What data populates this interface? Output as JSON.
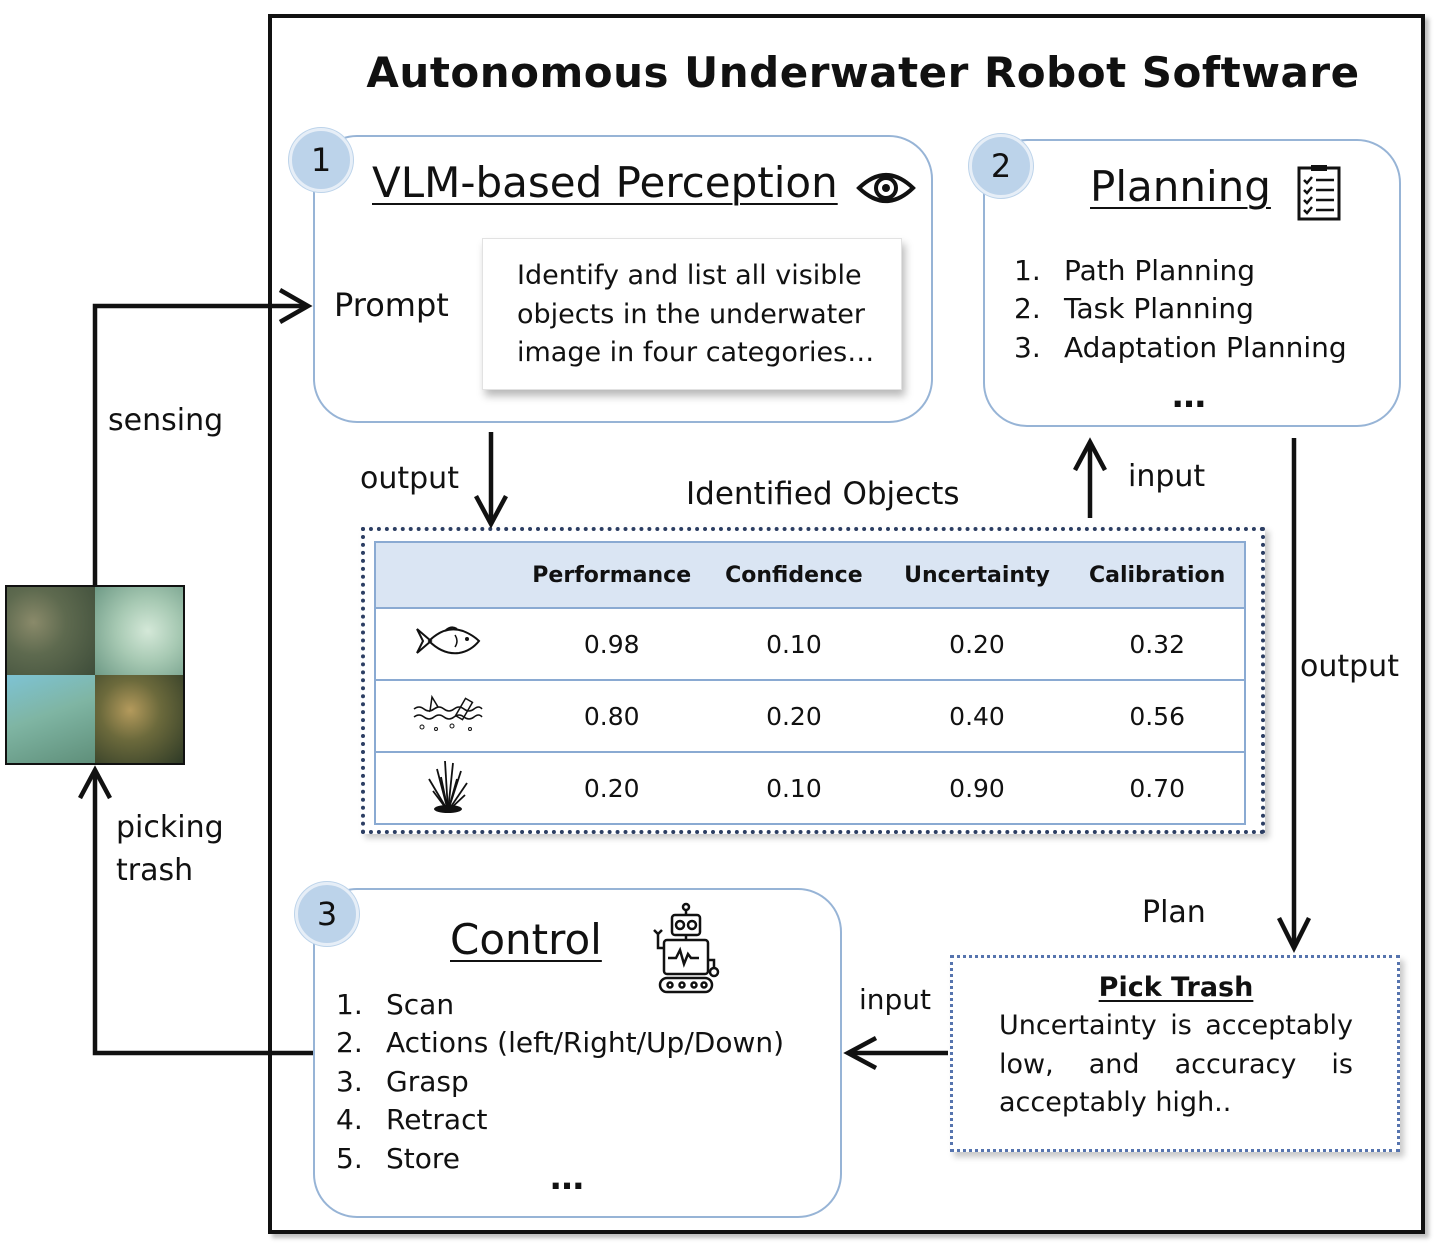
{
  "title": "Autonomous Underwater Robot Software",
  "perception": {
    "badge": "1",
    "heading": "VLM-based Perception",
    "icon": "eye-icon",
    "prompt_label": "Prompt",
    "prompt_lines": [
      "Identify and list all visible",
      "objects in the underwater",
      "image in four categories…"
    ]
  },
  "planning": {
    "badge": "2",
    "heading": "Planning",
    "icon": "checklist-icon",
    "items": [
      {
        "num": "1.",
        "label": "Path Planning"
      },
      {
        "num": "2.",
        "label": "Task Planning"
      },
      {
        "num": "3.",
        "label": "Adaptation Planning"
      }
    ],
    "ellipsis": "…"
  },
  "control": {
    "badge": "3",
    "heading": "Control",
    "icon": "robot-icon",
    "items": [
      {
        "num": "1.",
        "label": "Scan"
      },
      {
        "num": "2.",
        "label": "Actions (left/Right/Up/Down)"
      },
      {
        "num": "3.",
        "label": "Grasp"
      },
      {
        "num": "4.",
        "label": "Retract"
      },
      {
        "num": "5.",
        "label": "Store"
      }
    ],
    "ellipsis": "…"
  },
  "objects": {
    "title": "Identified Objects",
    "headers": [
      "",
      "Performance",
      "Confidence",
      "Uncertainty",
      "Calibration"
    ],
    "rows": [
      {
        "icon": "fish-icon",
        "values": [
          "0.98",
          "0.10",
          "0.20",
          "0.32"
        ]
      },
      {
        "icon": "trash-icon",
        "values": [
          "0.80",
          "0.20",
          "0.40",
          "0.56"
        ]
      },
      {
        "icon": "seagrass-icon",
        "values": [
          "0.20",
          "0.10",
          "0.90",
          "0.70"
        ]
      }
    ]
  },
  "plan": {
    "label": "Plan",
    "title": "Pick Trash",
    "text": "Uncertainty is acceptably low, and accuracy is acceptably high.."
  },
  "flow": {
    "sensing": "sensing",
    "picking_1": "picking",
    "picking_2": "trash",
    "output_perception": "output",
    "input_planning": "input",
    "output_planning": "output",
    "input_control": "input"
  },
  "colors": {
    "module_border": "#97b4d6",
    "badge_fill": "#bcd3ea",
    "table_header": "#dae5f3",
    "table_line": "#8aaad2",
    "plan_border": "#5674ae"
  }
}
